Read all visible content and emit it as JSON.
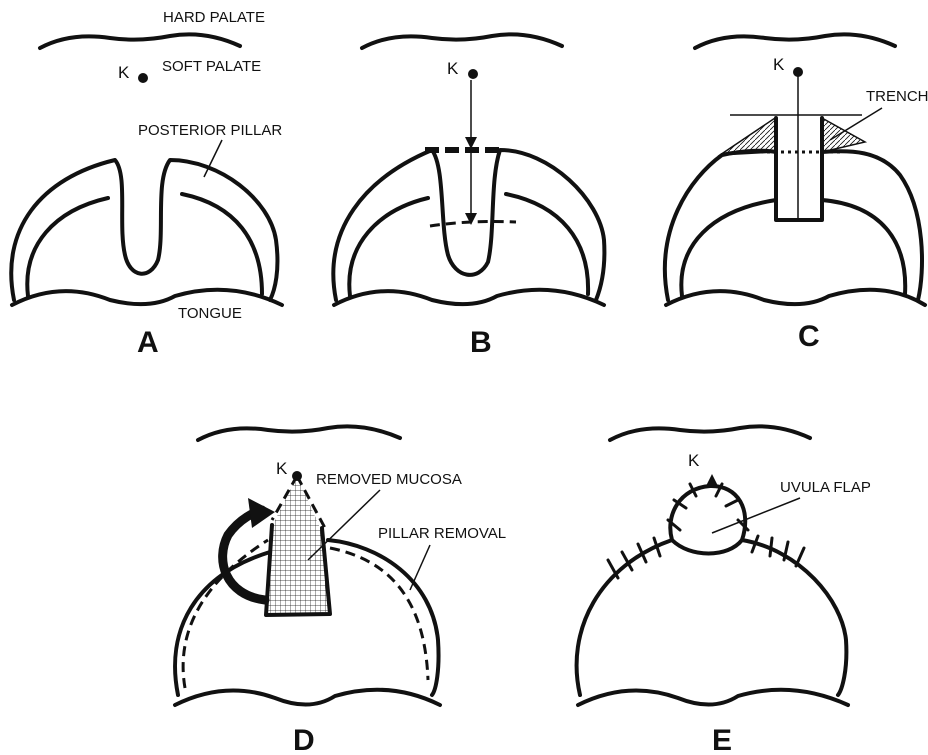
{
  "labels": {
    "hard_palate": "HARD PALATE",
    "soft_palate": "SOFT PALATE",
    "posterior_pillar": "POSTERIOR PILLAR",
    "tongue": "TONGUE",
    "trench": "TRENCH",
    "removed_mucosa": "REMOVED MUCOSA",
    "pillar_removal": "PILLAR REMOVAL",
    "uvula_flap": "UVULA FLAP",
    "k": "K"
  },
  "panels": {
    "a": "A",
    "b": "B",
    "c": "C",
    "d": "D",
    "e": "E"
  }
}
